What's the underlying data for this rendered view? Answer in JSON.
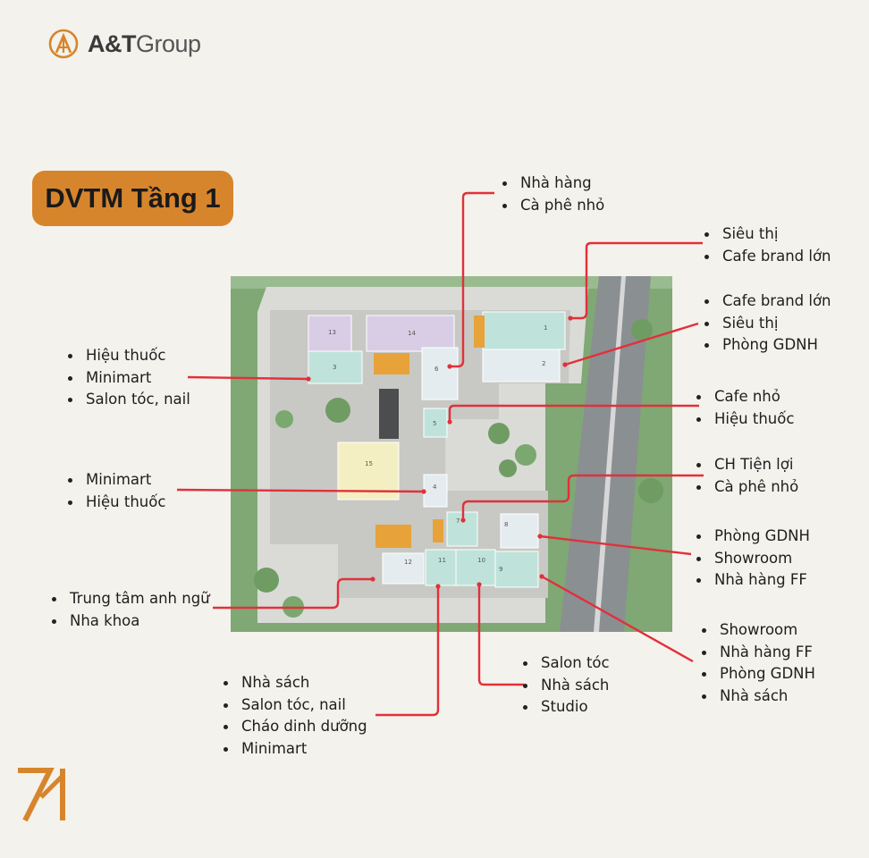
{
  "brand": {
    "logo_icon": "a-monogram-icon",
    "name_main": "A&T",
    "name_light": "Group"
  },
  "title": "DVTM Tầng 1",
  "colors": {
    "accent": "#d7852c",
    "leader_line": "#e2303a",
    "teal_unit": "#bfe3da",
    "lilac_unit": "#d9cde6",
    "yellow_unit": "#f3efc2"
  },
  "labels": {
    "top_center": [
      "Nhà hàng",
      "Cà phê nhỏ"
    ],
    "right_1": [
      "Siêu thị",
      "Cafe brand lớn"
    ],
    "right_2": [
      "Cafe brand lớn",
      "Siêu thị",
      "Phòng GDNH"
    ],
    "right_3": [
      "Cafe nhỏ",
      "Hiệu thuốc"
    ],
    "right_4": [
      "CH Tiện lợi",
      "Cà phê nhỏ"
    ],
    "right_5": [
      "Phòng GDNH",
      "Showroom",
      "Nhà hàng FF"
    ],
    "right_6": [
      "Showroom",
      "Nhà hàng FF",
      "Phòng GDNH",
      "Nhà sách"
    ],
    "left_1": [
      "Hiệu thuốc",
      "Minimart",
      "Salon tóc, nail"
    ],
    "left_2": [
      "Minimart",
      "Hiệu thuốc"
    ],
    "left_3": [
      "Trung tâm anh ngữ",
      "Nha khoa"
    ],
    "bottom_1": [
      "Nhà sách",
      "Salon tóc, nail",
      "Cháo dinh dưỡng",
      "Minimart"
    ],
    "bottom_2": [
      "Salon tóc",
      "Nhà sách",
      "Studio"
    ]
  },
  "plan": {
    "unit_numbers": [
      "1",
      "2",
      "3",
      "4",
      "5",
      "6",
      "7",
      "8",
      "9",
      "10",
      "11",
      "12",
      "13",
      "14",
      "15"
    ]
  },
  "footer": {
    "logo_icon": "seven-one-logo-icon"
  }
}
